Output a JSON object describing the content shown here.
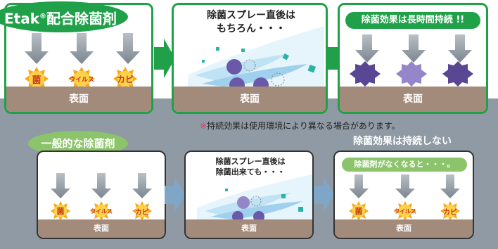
{
  "top_title": "Etak",
  "top_title_reg": "®",
  "top_title_rest": "配合除菌剤",
  "top_panel1": {
    "surface": "表面",
    "germs": [
      "菌",
      "ウイルス",
      "カビ"
    ]
  },
  "top_panel2": {
    "caption": "除菌スプレー直後は\nもちろん・・・",
    "surface": "表面"
  },
  "top_panel3": {
    "badge": "除菌効果は長時間持続 !!",
    "surface": "表面"
  },
  "note_mark": "※",
  "note_text": "持続効果は使用環境により異なる場合があります。",
  "bottom_title": "一般的な除菌剤",
  "bottom_panel1": {
    "surface": "表面",
    "germs": [
      "菌",
      "ウイルス",
      "カビ"
    ]
  },
  "bottom_panel2": {
    "caption": "除菌スプレー直後は\n除菌出来ても・・・",
    "surface": "表面"
  },
  "bottom_heading": "除菌効果は持続しない",
  "bottom_panel3": {
    "badge": "除菌剤がなくなると・・・。",
    "surface": "表面",
    "germs": [
      "菌",
      "ウイルス",
      "カビ"
    ]
  },
  "colors": {
    "green": "#21a04a",
    "light_green": "#8cc46b",
    "soil": "#a38b7b",
    "germ": "#f6a91b",
    "purple_germ": "#6a58a8"
  }
}
